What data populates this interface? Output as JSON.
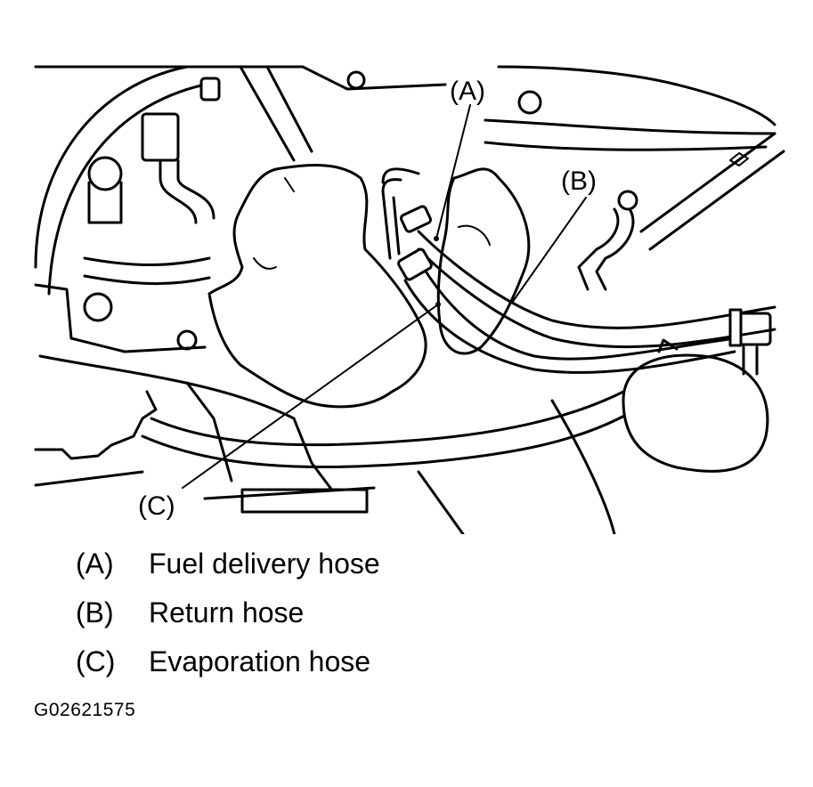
{
  "callouts": {
    "a": "(A)",
    "b": "(B)",
    "c": "(C)"
  },
  "legend": {
    "items": [
      {
        "key": "(A)",
        "label": "Fuel delivery hose"
      },
      {
        "key": "(B)",
        "label": "Return hose"
      },
      {
        "key": "(C)",
        "label": "Evaporation hose"
      }
    ]
  },
  "figure_id": "G02621575",
  "colors": {
    "ink": "#000000",
    "paper": "#ffffff"
  }
}
